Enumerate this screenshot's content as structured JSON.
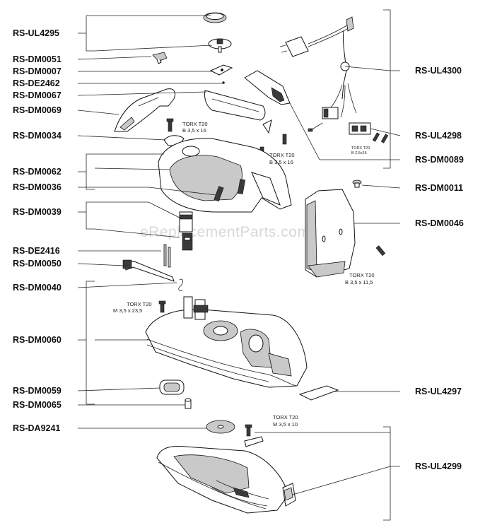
{
  "watermark": "eReplacementParts.com",
  "labels_left": [
    "RS-UL4295",
    "RS-DM0051",
    "RS-DM0007",
    "RS-DE2462",
    "RS-DM0067",
    "RS-DM0069",
    "RS-DM0034",
    "RS-DM0062",
    "RS-DM0036",
    "RS-DM0039",
    "RS-DE2416",
    "RS-DM0050",
    "RS-DM0040",
    "RS-DM0060",
    "RS-DM0059",
    "RS-DM0065",
    "RS-DA9241"
  ],
  "labels_right": [
    "RS-UL4300",
    "RS-UL4298",
    "RS-DM0089",
    "RS-DM0011",
    "RS-DM0046",
    "RS-UL4297",
    "RS-UL4299"
  ],
  "screw_notes": [
    {
      "line1": "TORX T20",
      "line2": "B 3,5 x 16"
    },
    {
      "line1": "TORX T20",
      "line2": "B 3,5 x 16"
    },
    {
      "line1": "TORX T20",
      "line2": "B 3,5 x 11,5"
    },
    {
      "line1": "TORX T20",
      "line2": "M 3,5 x 23,5"
    },
    {
      "line1": "TORX T20",
      "line2": "M 3,5 x 10"
    }
  ],
  "small_note": {
    "line1": "TORX T20",
    "line2": "B 2,5x16"
  }
}
